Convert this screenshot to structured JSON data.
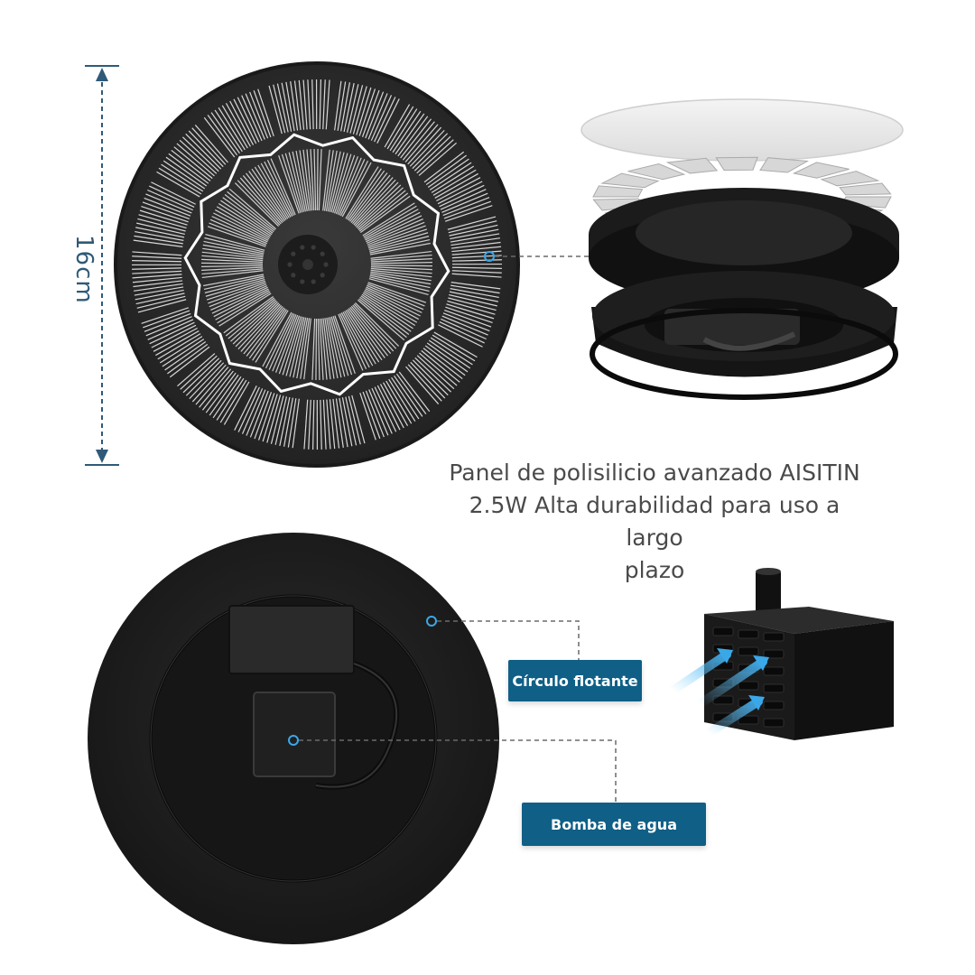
{
  "dimension": {
    "label": "16cm"
  },
  "caption": {
    "line1": "Panel de polisilicio avanzado AISITIN",
    "line2": "2.5W Alta durabilidad para uso a largo",
    "line3": "plazo"
  },
  "callouts": {
    "floating_ring": "Círculo flotante",
    "water_pump": "Bomba de agua"
  },
  "colors": {
    "accent_blue": "#0f5f86",
    "dimension_blue": "#2f5a78",
    "panel_black": "#2b2b2b",
    "background": "#ffffff"
  }
}
